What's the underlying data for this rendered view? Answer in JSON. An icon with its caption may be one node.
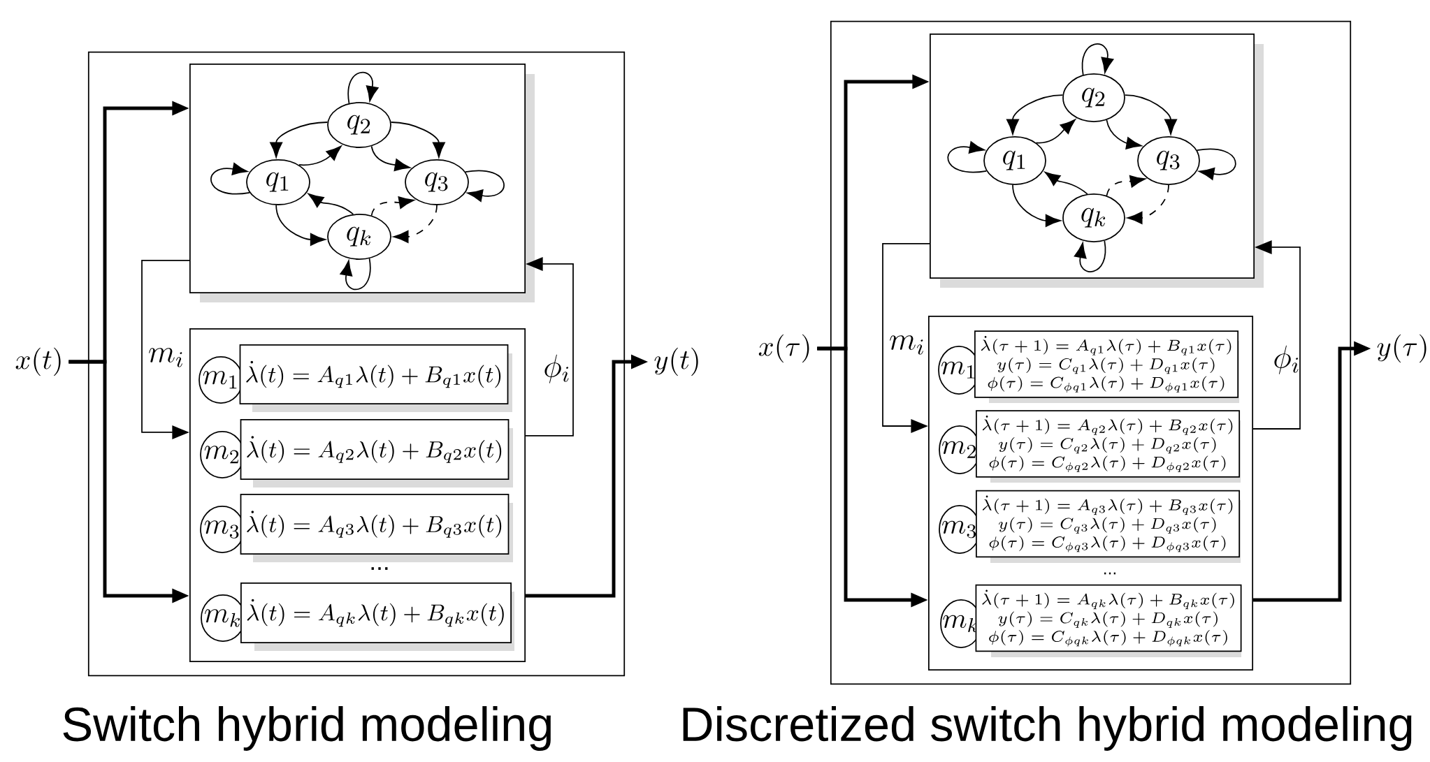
{
  "diagram": {
    "nodes": [
      {
        "text": [],
        "shape": "box"
      },
      {
        "text": [],
        "shape": "box",
        "in": 0
      },
      {
        "text": [
          "q_1"
        ],
        "in": 1
      },
      {
        "text": [
          "q_2"
        ],
        "in": 1
      },
      {
        "text": [
          "q_3"
        ],
        "in": 1
      },
      {
        "text": [
          "q_k"
        ],
        "in": 1
      },
      {
        "text": [],
        "shape": "box",
        "in": 0
      },
      {
        "text": [
          "m_1"
        ],
        "in": 6
      },
      {
        "text": [
          "\\dot{\\lambda}(t) = A_{q1}\\lambda(t) + B_{q1}x(t)"
        ],
        "in": 6
      },
      {
        "text": [
          "m_2"
        ],
        "in": 6
      },
      {
        "text": [
          "\\dot{\\lambda}(t) = A_{q2}\\lambda(t) + B_{q2}x(t)"
        ],
        "in": 6
      },
      {
        "text": [
          "m_3"
        ],
        "in": 6
      },
      {
        "text": [
          "\\dot{\\lambda}(t) = A_{q3}\\lambda(t) + B_{q3}x(t)"
        ],
        "in": 6
      },
      {
        "text": [
          "m_k"
        ],
        "in": 6
      },
      {
        "text": [
          "\\dot{\\lambda}(t) = A_{qk}\\lambda(t) + B_{qk}x(t)"
        ],
        "in": 6
      },
      {
        "text": [
          "x(t)"
        ]
      },
      {
        "text": [
          "y(t)"
        ]
      },
      {
        "text": [],
        "shape": "box"
      },
      {
        "text": [],
        "shape": "box",
        "in": 17
      },
      {
        "text": [
          "q_1"
        ],
        "in": 18
      },
      {
        "text": [
          "q_2"
        ],
        "in": 18
      },
      {
        "text": [
          "q_3"
        ],
        "in": 18
      },
      {
        "text": [
          "q_k"
        ],
        "in": 18
      },
      {
        "text": [],
        "shape": "box",
        "in": 17
      },
      {
        "text": [
          "m_1"
        ],
        "in": 23
      },
      {
        "text": [
          "\\dot{\\lambda}(\\tau+1) = A_{q1}\\lambda(\\tau) + B_{q1}x(\\tau)",
          "y(\\tau) = C_{q1}\\lambda(\\tau) + D_{q1}x(\\tau)",
          "\\phi(\\tau) = C_{\\phi q1}\\lambda(\\tau) + D_{\\phi q1}x(\\tau)"
        ],
        "in": 23
      },
      {
        "text": [
          "m_2"
        ],
        "in": 23
      },
      {
        "text": [
          "\\dot{\\lambda}(\\tau+1) = A_{q2}\\lambda(\\tau) + B_{q2}x(\\tau)",
          "y(\\tau) = C_{q2}\\lambda(\\tau) + D_{q2}x(\\tau)",
          "\\phi(\\tau) = C_{\\phi q2}\\lambda(\\tau) + D_{\\phi q2}x(\\tau)"
        ],
        "in": 23
      },
      {
        "text": [
          "m_3"
        ],
        "in": 23
      },
      {
        "text": [
          "\\dot{\\lambda}(\\tau+1) = A_{q3}\\lambda(\\tau) + B_{q3}x(\\tau)",
          "y(\\tau) = C_{q3}\\lambda(\\tau) + D_{q3}x(\\tau)",
          "\\phi(\\tau) = C_{\\phi q3}\\lambda(\\tau) + D_{\\phi q3}x(\\tau)"
        ],
        "in": 23
      },
      {
        "text": [
          "m_k"
        ],
        "in": 23
      },
      {
        "text": [
          "\\dot{\\lambda}(\\tau+1) = A_{qk}\\lambda(\\tau) + B_{qk}x(\\tau)",
          "y(\\tau) = C_{qk}\\lambda(\\tau) + D_{qk}x(\\tau)",
          "\\phi(\\tau) = C_{\\phi qk}\\lambda(\\tau) + D_{\\phi qk}x(\\tau)"
        ],
        "in": 23
      },
      {
        "text": [
          "x(\\tau)"
        ]
      },
      {
        "text": [
          "y(\\tau)"
        ]
      }
    ],
    "edges": [
      {
        "from": 3,
        "to": 3,
        "arrow": "to"
      },
      {
        "from": 2,
        "to": 2,
        "arrow": "to"
      },
      {
        "from": 4,
        "to": 4,
        "arrow": "to"
      },
      {
        "from": 5,
        "to": 5,
        "arrow": "to"
      },
      {
        "from": 3,
        "to": 2,
        "arrow": "to"
      },
      {
        "from": 2,
        "to": 3,
        "arrow": "to"
      },
      {
        "from": 3,
        "to": 4,
        "arrow": "to"
      },
      {
        "from": 3,
        "to": 4,
        "arrow": "to"
      },
      {
        "from": 2,
        "to": 5,
        "arrow": "to"
      },
      {
        "from": 5,
        "to": 2,
        "arrow": "to"
      },
      {
        "from": 5,
        "to": 4,
        "arrow": "to",
        "style": "dashed"
      },
      {
        "from": 4,
        "to": 5,
        "arrow": "to",
        "style": "dashed"
      },
      {
        "from": 15,
        "to": 1,
        "arrow": "to",
        "style": "thick"
      },
      {
        "from": 15,
        "to": 6,
        "arrow": "to",
        "style": "thick"
      },
      {
        "from": 6,
        "to": 16,
        "arrow": "to",
        "style": "thick"
      },
      {
        "from": 1,
        "to": 6,
        "arrow": "to",
        "label": "m_i"
      },
      {
        "from": 6,
        "to": 1,
        "arrow": "to",
        "label": "\\phi_i"
      },
      {
        "from": 20,
        "to": 20,
        "arrow": "to"
      },
      {
        "from": 19,
        "to": 19,
        "arrow": "to"
      },
      {
        "from": 21,
        "to": 21,
        "arrow": "to"
      },
      {
        "from": 22,
        "to": 22,
        "arrow": "to"
      },
      {
        "from": 20,
        "to": 19,
        "arrow": "to"
      },
      {
        "from": 19,
        "to": 20,
        "arrow": "to"
      },
      {
        "from": 20,
        "to": 21,
        "arrow": "to"
      },
      {
        "from": 20,
        "to": 21,
        "arrow": "to"
      },
      {
        "from": 19,
        "to": 22,
        "arrow": "to"
      },
      {
        "from": 22,
        "to": 19,
        "arrow": "to"
      },
      {
        "from": 22,
        "to": 21,
        "arrow": "to",
        "style": "dashed"
      },
      {
        "from": 21,
        "to": 22,
        "arrow": "to",
        "style": "dashed"
      },
      {
        "from": 32,
        "to": 18,
        "arrow": "to",
        "style": "thick"
      },
      {
        "from": 32,
        "to": 23,
        "arrow": "to",
        "style": "thick"
      },
      {
        "from": 23,
        "to": 33,
        "arrow": "to",
        "style": "thick"
      },
      {
        "from": 18,
        "to": 23,
        "arrow": "to",
        "label": "m_i"
      },
      {
        "from": 23,
        "to": 18,
        "arrow": "to",
        "label": "\\phi_i"
      }
    ],
    "labels": [
      "...",
      "...",
      "Switch hybrid modeling",
      "Discretized switch hybrid modeling"
    ]
  }
}
